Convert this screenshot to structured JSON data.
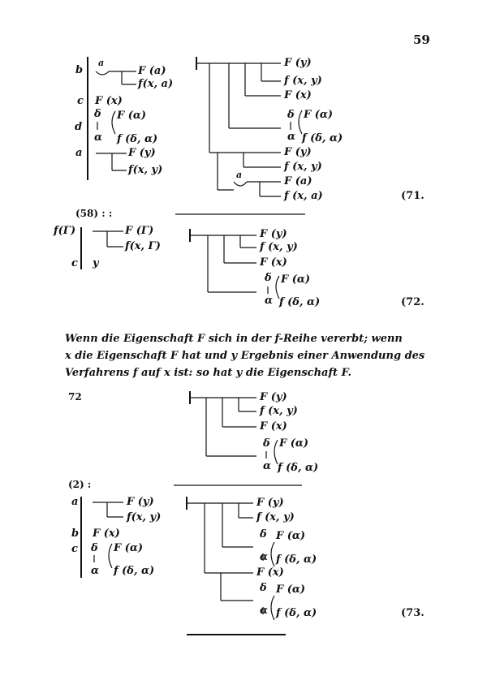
{
  "page_number": "59",
  "f71": {
    "labels": {
      "b": "b",
      "c": "c",
      "d": "d",
      "a": "a"
    },
    "left": {
      "b_concavity": "a",
      "b_F": "F (a)",
      "b_f": "f(x, a)",
      "c_F": "F (x)",
      "d_delta": "δ",
      "d_F": "F (α)",
      "d_alpha": "α",
      "d_f": "f (δ, α)",
      "a_F": "F (y)",
      "a_f": "f(x, y)"
    },
    "right": {
      "r1": "F (y)",
      "r2": "f (x, y)",
      "r3": "F (x)",
      "delta": "δ",
      "r4": "F (α)",
      "alpha": "α",
      "r5": "f (δ, α)",
      "r6": "F (y)",
      "r7": "f (x, y)",
      "concavity": "a",
      "r8": "F (a)",
      "r9": "f (x, a)"
    },
    "number": "(71."
  },
  "f72": {
    "ref": "(58) : :",
    "label_fG": "f(Γ)",
    "label_c": "c",
    "left": {
      "F": "F (Γ)",
      "f": "f(x, Γ)",
      "y": "y"
    },
    "right": {
      "r1": "F (y)",
      "r2": "f (x, y)",
      "r3": "F (x)",
      "delta": "δ",
      "r4": "F (α)",
      "alpha": "α",
      "r5": "f (δ, α)"
    },
    "number": "(72."
  },
  "paragraph": {
    "line1": "Wenn die Eigenschaft F sich in der f-Reihe vererbt; wenn",
    "line2": "x die Eigenschaft F hat und y Ergebnis einer Anwendung des",
    "line3": "Verfahrens f auf x ist: so hat y die Eigenschaft F."
  },
  "f73_top": {
    "ref": "72",
    "right": {
      "r1": "F (y)",
      "r2": "f (x, y)",
      "r3": "F (x)",
      "delta": "δ",
      "r4": "F (α)",
      "alpha": "α",
      "r5": "f (δ, α)"
    }
  },
  "f73": {
    "ref": "(2) :",
    "labels": {
      "a": "a",
      "b": "b",
      "c": "c"
    },
    "left": {
      "a_F": "F (y)",
      "a_f": "f(x, y)",
      "b_F": "F (x)",
      "c_delta": "δ",
      "c_F": "F (α)",
      "c_alpha": "α",
      "c_f": "f (δ, α)"
    },
    "right": {
      "r1": "F (y)",
      "r2": "f (x, y)",
      "delta1": "δ",
      "r3": "F (α)",
      "alpha1": "α",
      "r4": "f (δ, α)",
      "r5": "F (x)",
      "delta2": "δ",
      "r6": "F (α)",
      "alpha2": "α",
      "r7": "f (δ, α)"
    },
    "number": "(73."
  }
}
